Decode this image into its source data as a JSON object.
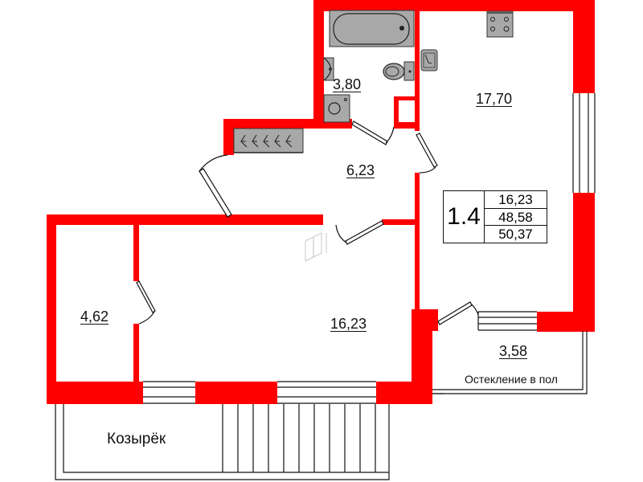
{
  "plan": {
    "apartment_number": "1.4",
    "areas_summary": {
      "living": "16,23",
      "total": "48,58",
      "total_with_balcony": "50,37"
    },
    "rooms": [
      {
        "id": "bathroom",
        "area": "3,80"
      },
      {
        "id": "kitchen",
        "area": "17,70"
      },
      {
        "id": "hallway",
        "area": "6,23"
      },
      {
        "id": "storage",
        "area": "4,62"
      },
      {
        "id": "living-room",
        "area": "16,23"
      },
      {
        "id": "loggia",
        "area": "3,58"
      }
    ],
    "notes": {
      "loggia_glazing": "Остекление в пол",
      "canopy": "Козырёк"
    },
    "colors": {
      "wall": "#ff0000",
      "fixture": "#a8a8a8",
      "line": "#111111"
    }
  }
}
